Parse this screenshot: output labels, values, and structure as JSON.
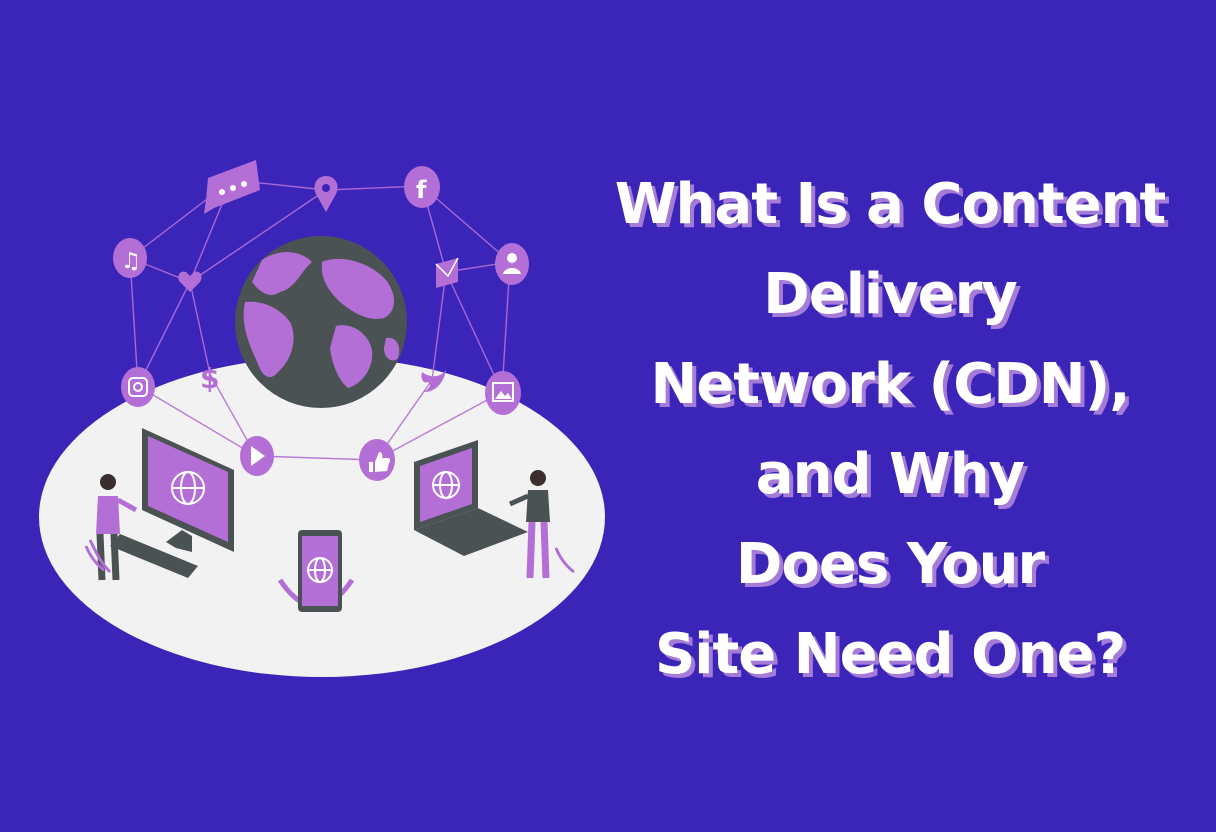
{
  "colors": {
    "background": "#3b25b9",
    "accent_purple": "#b36fd6",
    "dark_gray": "#4b5254",
    "platform": "#f2f2f2",
    "title_text": "#ffffff",
    "title_shadow": "#a57bd8"
  },
  "title": {
    "lines": [
      "What Is a Content",
      "Delivery",
      "Network (CDN),",
      "and Why",
      "Does Your",
      "Site Need One?"
    ]
  },
  "icons": [
    "chat-bubble-icon",
    "location-pin-icon",
    "facebook-icon",
    "music-note-icon",
    "heart-icon",
    "mail-icon",
    "user-profile-icon",
    "instagram-icon",
    "dollar-icon",
    "twitter-icon",
    "image-icon",
    "play-icon",
    "thumbs-up-icon",
    "globe-icon"
  ]
}
